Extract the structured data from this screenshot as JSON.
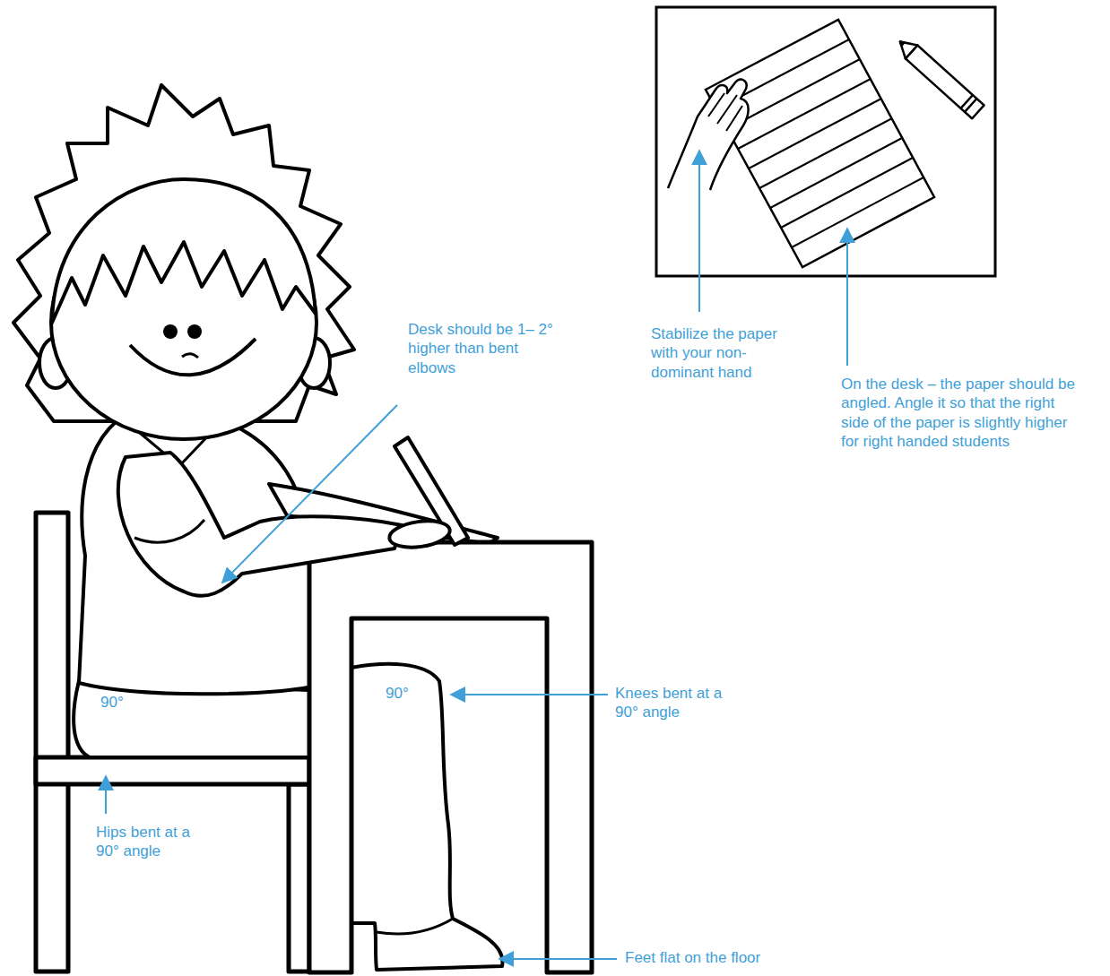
{
  "diagram": {
    "labels": [
      "Desk should be 1– 2° higher than bent elbows",
      "Stabilize the paper with your non-dominant hand",
      "On the desk – the paper should be angled. Angle it so that the right side of the paper is slightly higher for right handed students",
      "90°",
      "90°",
      "Knees bent at a 90° angle",
      "Hips bent at a 90° angle",
      "Feet flat on the floor"
    ]
  }
}
